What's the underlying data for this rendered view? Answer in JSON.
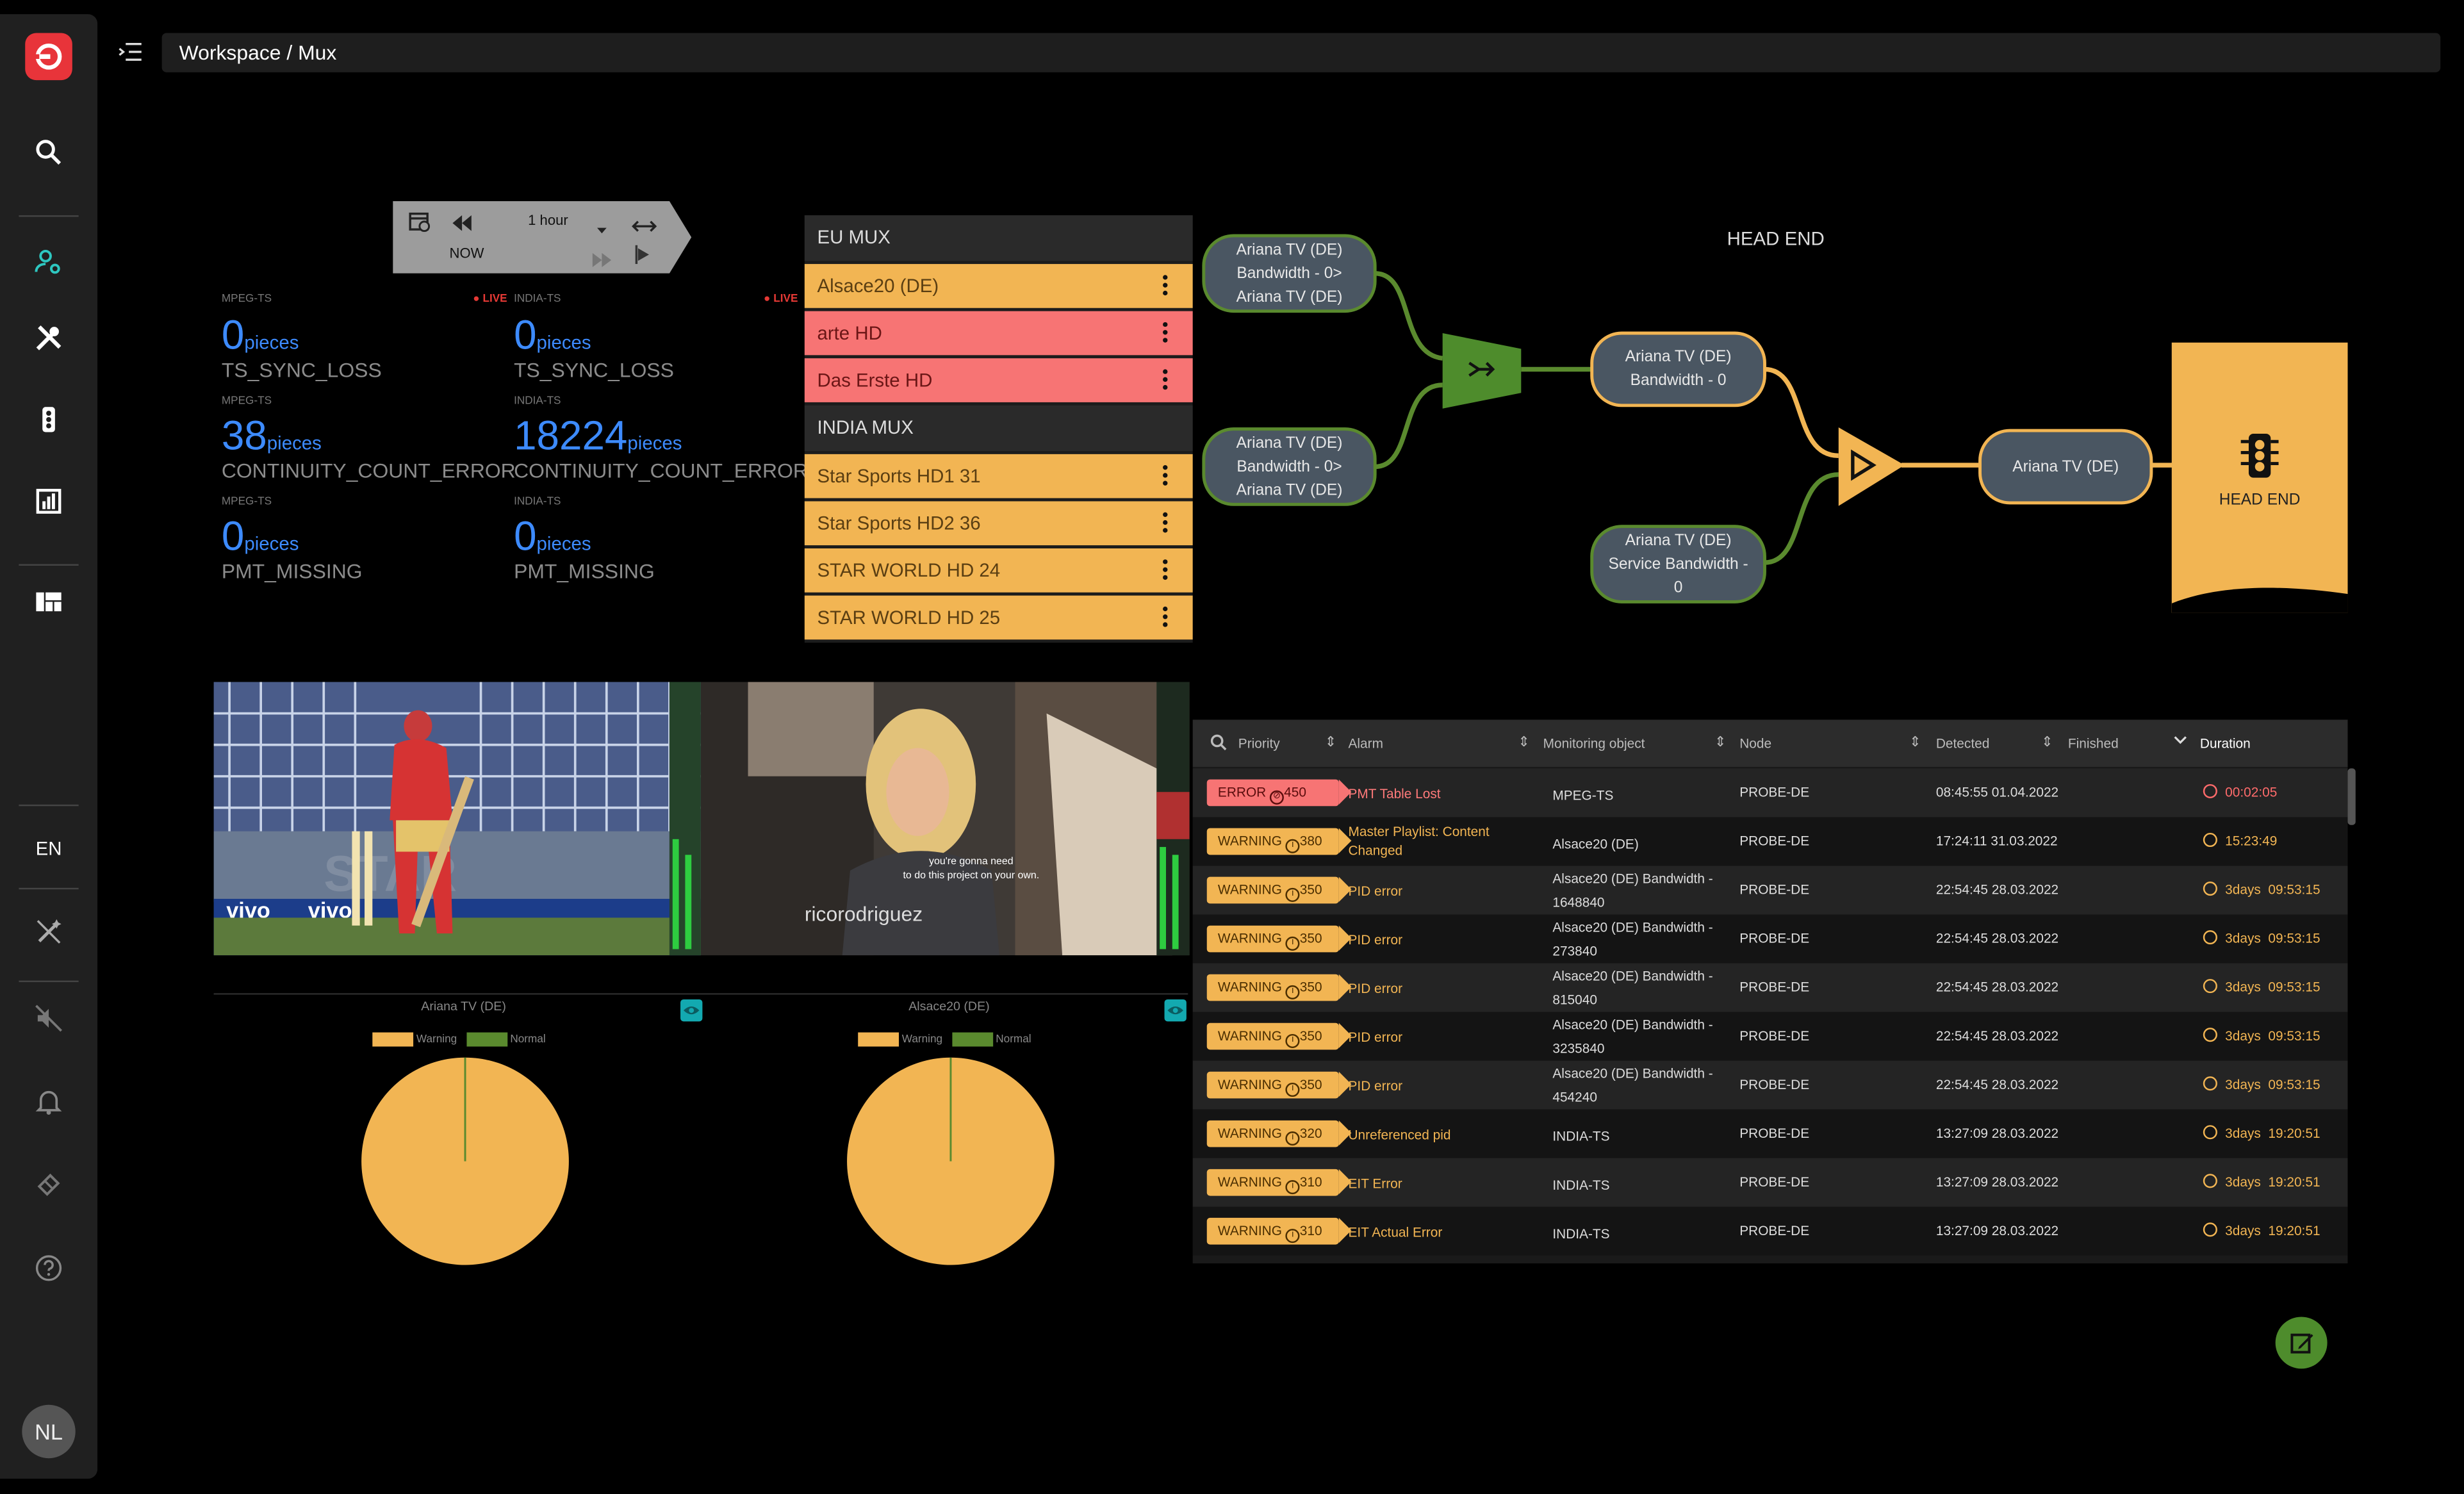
{
  "breadcrumb": "Workspace / Mux",
  "sidebar": {
    "lang": "EN",
    "avatar_initials": "NL",
    "icons": [
      "search-icon",
      "user-settings-icon",
      "tools-icon",
      "traffic-light-icon",
      "chart-icon",
      "dashboard-icon",
      "wand-off-icon",
      "sound-off-icon",
      "bell-icon",
      "ticket-icon",
      "help-icon"
    ]
  },
  "time_control": {
    "range": "1 hour",
    "now_label": "NOW"
  },
  "metrics": {
    "live_label": "LIVE",
    "unit": "pieces",
    "left": [
      {
        "source": "MPEG-TS",
        "value": "0",
        "name": "TS_SYNC_LOSS"
      },
      {
        "source": "MPEG-TS",
        "value": "38",
        "name": "CONTINUITY_COUNT_ERROR"
      },
      {
        "source": "MPEG-TS",
        "value": "0",
        "name": "PMT_MISSING"
      }
    ],
    "right": [
      {
        "source": "INDIA-TS",
        "value": "0",
        "name": "TS_SYNC_LOSS"
      },
      {
        "source": "INDIA-TS",
        "value": "18224",
        "name": "CONTINUITY_COUNT_ERROR"
      },
      {
        "source": "INDIA-TS",
        "value": "0",
        "name": "PMT_MISSING"
      }
    ]
  },
  "mux": {
    "eu_header": "EU MUX",
    "eu_items": [
      {
        "label": "Alsace20 (DE)",
        "status": "warn"
      },
      {
        "label": "arte HD",
        "status": "err"
      },
      {
        "label": "Das Erste HD",
        "status": "err"
      }
    ],
    "india_header": "INDIA MUX",
    "india_items": [
      {
        "label": "Star Sports HD1 31",
        "status": "warn"
      },
      {
        "label": "Star Sports HD2 36",
        "status": "warn"
      },
      {
        "label": "STAR WORLD HD 24",
        "status": "warn"
      },
      {
        "label": "STAR WORLD HD 25",
        "status": "warn"
      }
    ]
  },
  "diagram": {
    "title": "HEAD END",
    "node_a1": [
      "Ariana TV (DE)",
      "Bandwidth - 0>",
      "Ariana TV (DE)"
    ],
    "node_a2": [
      "Ariana TV (DE)",
      "Bandwidth - 0>",
      "Ariana TV (DE)"
    ],
    "node_b": [
      "Ariana TV (DE)",
      "Bandwidth - 0"
    ],
    "node_c": [
      "Ariana TV (DE)",
      "Service Bandwidth -",
      "0"
    ],
    "node_d": [
      "Ariana TV (DE)"
    ],
    "head_end_label": "HEAD END",
    "colors": {
      "green": "#5a8a2e",
      "yellow": "#f2b553"
    }
  },
  "video": {
    "left_caption": "",
    "right_caption_line1": "you're gonna need",
    "right_caption_line2": "to do this project on your own.",
    "right_watermark": "ricorodriguez"
  },
  "pies": [
    {
      "title": "Ariana TV (DE)",
      "legend": [
        "Warning",
        "Normal"
      ]
    },
    {
      "title": "Alsace20 (DE)",
      "legend": [
        "Warning",
        "Normal"
      ]
    }
  ],
  "chart_data": [
    {
      "type": "pie",
      "title": "Ariana TV (DE)",
      "categories": [
        "Warning",
        "Normal"
      ],
      "values": [
        99.9,
        0.1
      ],
      "colors": [
        "#f2b553",
        "#5a8a2e"
      ]
    },
    {
      "type": "pie",
      "title": "Alsace20 (DE)",
      "categories": [
        "Warning",
        "Normal"
      ],
      "values": [
        99.9,
        0.1
      ],
      "colors": [
        "#f2b553",
        "#5a8a2e"
      ]
    }
  ],
  "alarms": {
    "columns": [
      "Priority",
      "Alarm",
      "Monitoring object",
      "Node",
      "Detected",
      "Finished",
      "Duration"
    ],
    "rows": [
      {
        "level": "ERROR",
        "score": "450",
        "alarm": [
          "PMT Table Lost"
        ],
        "object": [
          "MPEG-TS"
        ],
        "node": "PROBE-DE",
        "detected": "08:45:55 01.04.2022",
        "duration": "00:02:05",
        "err": true
      },
      {
        "level": "WARNING",
        "score": "380",
        "alarm": [
          "Master Playlist: Content",
          "Changed"
        ],
        "object": [
          "Alsace20 (DE)"
        ],
        "node": "PROBE-DE",
        "detected": "17:24:11 31.03.2022",
        "duration": "15:23:49"
      },
      {
        "level": "WARNING",
        "score": "350",
        "alarm": [
          "PID error"
        ],
        "object": [
          "Alsace20 (DE) Bandwidth -",
          "1648840"
        ],
        "node": "PROBE-DE",
        "detected": "22:54:45 28.03.2022",
        "duration": "3days  09:53:15"
      },
      {
        "level": "WARNING",
        "score": "350",
        "alarm": [
          "PID error"
        ],
        "object": [
          "Alsace20 (DE) Bandwidth -",
          "273840"
        ],
        "node": "PROBE-DE",
        "detected": "22:54:45 28.03.2022",
        "duration": "3days  09:53:15"
      },
      {
        "level": "WARNING",
        "score": "350",
        "alarm": [
          "PID error"
        ],
        "object": [
          "Alsace20 (DE) Bandwidth -",
          "815040"
        ],
        "node": "PROBE-DE",
        "detected": "22:54:45 28.03.2022",
        "duration": "3days  09:53:15"
      },
      {
        "level": "WARNING",
        "score": "350",
        "alarm": [
          "PID error"
        ],
        "object": [
          "Alsace20 (DE) Bandwidth -",
          "3235840"
        ],
        "node": "PROBE-DE",
        "detected": "22:54:45 28.03.2022",
        "duration": "3days  09:53:15"
      },
      {
        "level": "WARNING",
        "score": "350",
        "alarm": [
          "PID error"
        ],
        "object": [
          "Alsace20 (DE) Bandwidth -",
          "454240"
        ],
        "node": "PROBE-DE",
        "detected": "22:54:45 28.03.2022",
        "duration": "3days  09:53:15"
      },
      {
        "level": "WARNING",
        "score": "320",
        "alarm": [
          "Unreferenced pid"
        ],
        "object": [
          "INDIA-TS"
        ],
        "node": "PROBE-DE",
        "detected": "13:27:09 28.03.2022",
        "duration": "3days  19:20:51"
      },
      {
        "level": "WARNING",
        "score": "310",
        "alarm": [
          "EIT Error"
        ],
        "object": [
          "INDIA-TS"
        ],
        "node": "PROBE-DE",
        "detected": "13:27:09 28.03.2022",
        "duration": "3days  19:20:51"
      },
      {
        "level": "WARNING",
        "score": "310",
        "alarm": [
          "EIT Actual Error"
        ],
        "object": [
          "INDIA-TS"
        ],
        "node": "PROBE-DE",
        "detected": "13:27:09 28.03.2022",
        "duration": "3days  19:20:51"
      }
    ]
  }
}
